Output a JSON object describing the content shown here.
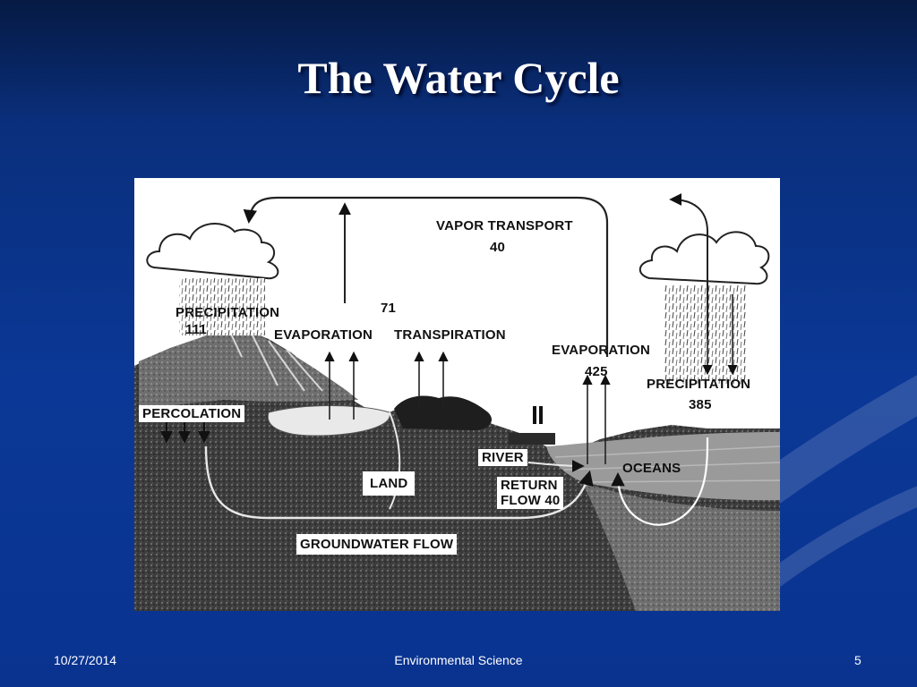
{
  "slide": {
    "title": "The Water Cycle"
  },
  "diagram": {
    "labels": {
      "vapor_transport": "VAPOR TRANSPORT",
      "vapor_transport_value": "40",
      "precipitation_land": "PRECIPITATION",
      "precipitation_land_value": "111",
      "land_evap_value": "71",
      "evaporation_land": "EVAPORATION",
      "transpiration": "TRANSPIRATION",
      "evaporation_ocean": "EVAPORATION",
      "evaporation_ocean_value": "425",
      "precipitation_ocean": "PRECIPITATION",
      "precipitation_ocean_value": "385",
      "percolation": "PERCOLATION",
      "river": "RIVER",
      "oceans": "OCEANS",
      "land": "LAND",
      "return_flow": "RETURN",
      "return_flow_2": "FLOW 40",
      "groundwater_flow": "GROUNDWATER FLOW"
    }
  },
  "footer": {
    "date": "10/27/2014",
    "center": "Environmental Science",
    "page": "5"
  },
  "colors": {
    "background": "#0b3896",
    "title": "#ffffff"
  }
}
